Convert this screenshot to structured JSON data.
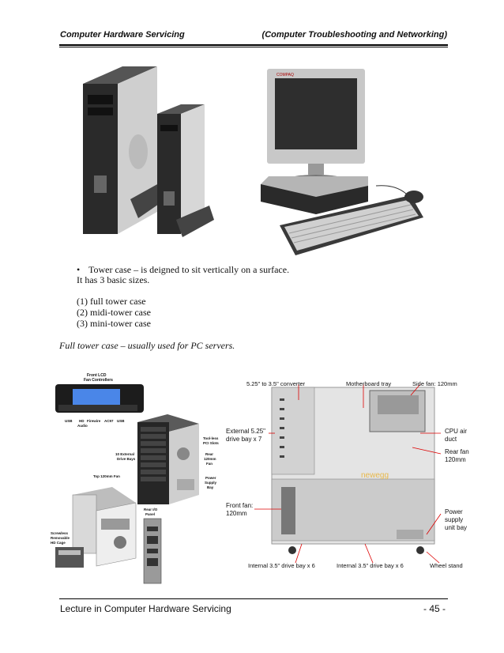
{
  "header": {
    "left": "Computer Hardware Servicing",
    "right": "(Computer Troubleshooting and Networking)"
  },
  "body": {
    "bullet_char": "•",
    "bullet_text": "Tower case – is deigned to sit vertically on a surface.",
    "sizes_intro": "It has 3 basic sizes.",
    "sizes": [
      "(1)  full tower case",
      "(2)  midi-tower case",
      "(3)  mini-tower case"
    ],
    "caption": "Full tower case – usually used for PC servers."
  },
  "figure_left": {
    "front_lcd": "Front LCD",
    "fan_controllers": "Fan Controllers",
    "port_labels": [
      "USB",
      "HD",
      "Firewire",
      "AC97",
      "USB"
    ],
    "audio": "Audio",
    "toolless_1": "Tool-less",
    "toolless_2": "PCI Slots",
    "ext_1": "10 External",
    "ext_2": "Drive Bays",
    "rear120_1": "Rear",
    "rear120_2": "120mm",
    "rear120_3": "Fan",
    "top120": "Top 120mm Fan",
    "psu_1": "Power",
    "psu_2": "Supply",
    "psu_3": "Bay",
    "reario_1": "Rear I/O",
    "reario_2": "Panel",
    "screw_1": "Screwless",
    "screw_2": "Removable",
    "screw_3": "HD Cage"
  },
  "figure_right": {
    "converter": "5.25\" to 3.5\" converter",
    "mobo_tray": "Motherboard tray",
    "side_fan": "Side fan: 120mm",
    "ext_bay_1": "External 5.25\"",
    "ext_bay_2": "drive bay x 7",
    "cpu_1": "CPU air",
    "cpu_2": "duct",
    "rear_fan_1": "Rear fan:",
    "rear_fan_2": "120mm",
    "front_fan_1": "Front fan:",
    "front_fan_2": "120mm",
    "psu_1": "Power",
    "psu_2": "supply",
    "psu_3": "unit bay",
    "int_left": "Internal 3.5\" drive bay x 6",
    "int_right": "Internal 3.5\" drive bay x 6",
    "wheel": "Wheel stand",
    "watermark": "newegg"
  },
  "footer": {
    "left": "Lecture in Computer Hardware Servicing",
    "right": "- 45 -"
  }
}
